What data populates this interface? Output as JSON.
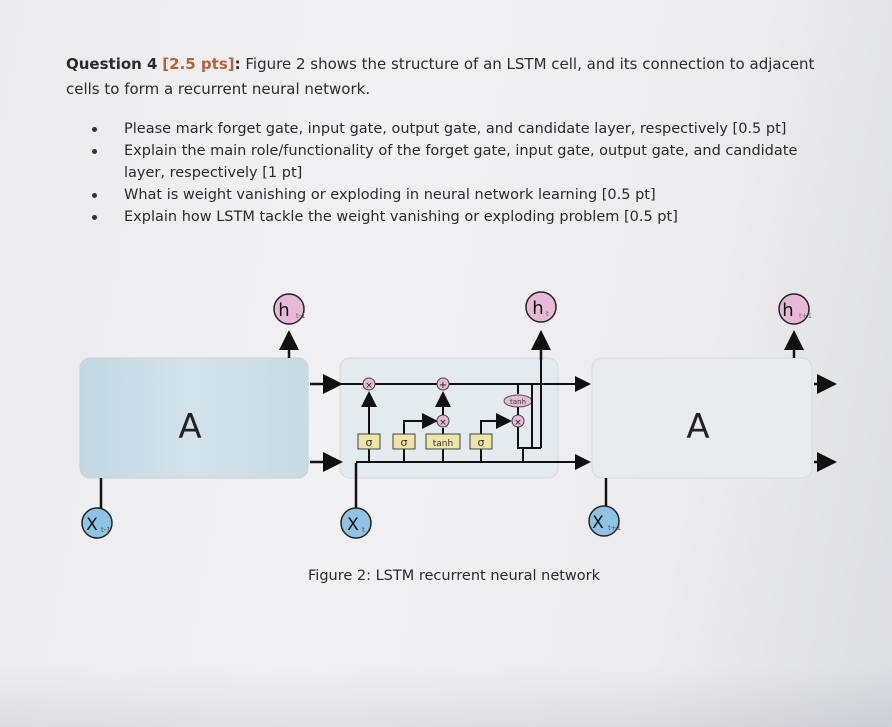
{
  "question": {
    "title": "Question 4",
    "points": "[2.5 pts]",
    "title_suffix": ":",
    "text": " Figure 2 shows the structure of an LSTM cell, and its connection to adjacent cells to form a recurrent neural network."
  },
  "bullets": [
    "Please mark forget gate, input gate, output gate, and candidate layer, respectively [0.5 pt]",
    "Explain the main role/functionality of the forget gate, input gate, output gate, and candidate layer, respectively [1 pt]",
    "What is weight vanishing or exploding in neural network learning [0.5 pt]",
    "Explain how LSTM tackle the weight vanishing or exploding problem [0.5 pt]"
  ],
  "figure": {
    "left_cell_label": "A",
    "right_cell_label": "A",
    "output_left": "h",
    "output_left_sub": "t-1",
    "output_mid": "h",
    "output_mid_sub": "t",
    "output_right": "h",
    "output_right_sub": "t+1",
    "input_left": "X",
    "input_left_sub": "t-1",
    "input_mid": "X",
    "input_mid_sub": "t",
    "input_right": "X",
    "input_right_sub": "t+1",
    "gate_labels": [
      "σ",
      "σ",
      "tanh",
      "σ"
    ],
    "tanh_label": "tanh",
    "times_op": "×",
    "plus_op": "+",
    "caption": "Figure 2: LSTM recurrent neural network"
  },
  "colors": {
    "cell_fill": "#c9dce6",
    "node_pink": "#e8b9d6",
    "node_blue": "#8fc3e3",
    "gate_yellow": "#f1e4a8"
  }
}
